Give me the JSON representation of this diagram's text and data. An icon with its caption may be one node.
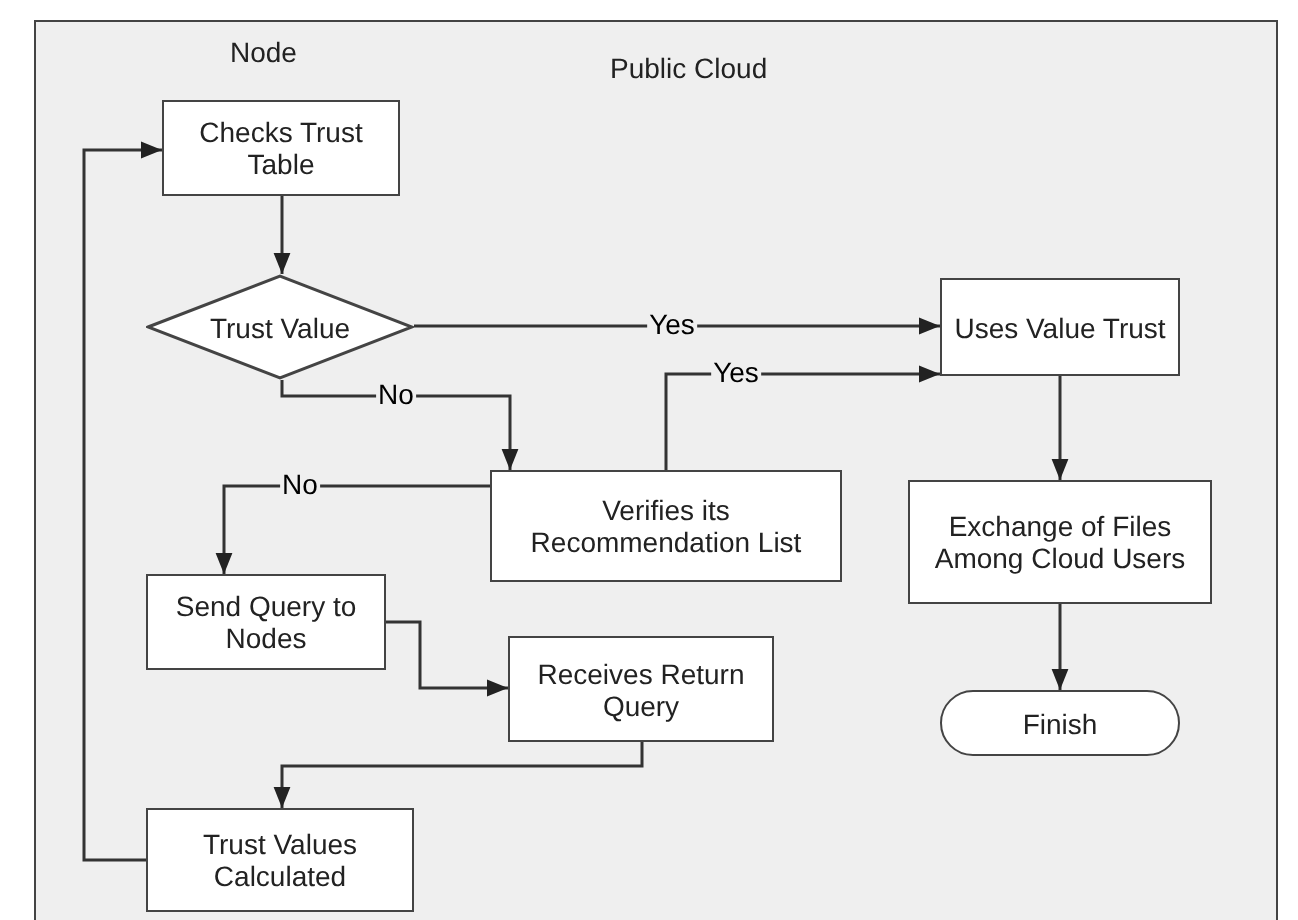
{
  "diagram": {
    "nodes": [
      {
        "text": [
          "Checks Trust Table"
        ]
      },
      {
        "text": [
          "Trust Value"
        ]
      },
      {
        "text": [
          "Uses Value Trust"
        ]
      },
      {
        "text": [
          "Verifies its Recommendation List"
        ]
      },
      {
        "text": [
          "Exchange of Files Among Cloud Users"
        ]
      },
      {
        "text": [
          "Send Query to Nodes"
        ]
      },
      {
        "text": [
          "Receives Return Query"
        ]
      },
      {
        "text": [
          "Finish"
        ]
      },
      {
        "text": [
          "Trust Values Calculated"
        ]
      }
    ],
    "edges": [
      {
        "from": 0,
        "to": 1,
        "arrow": "to"
      },
      {
        "from": 1,
        "to": 2,
        "arrow": "to",
        "label": "Yes"
      },
      {
        "from": 1,
        "to": 3,
        "arrow": "to",
        "label": "No"
      },
      {
        "from": 3,
        "to": 2,
        "arrow": "to",
        "label": "Yes"
      },
      {
        "from": 3,
        "to": 5,
        "arrow": "to",
        "label": "No"
      },
      {
        "from": 2,
        "to": 4,
        "arrow": "to"
      },
      {
        "from": 4,
        "to": 7,
        "arrow": "to"
      },
      {
        "from": 5,
        "to": 6,
        "arrow": "to"
      },
      {
        "from": 6,
        "to": 8,
        "arrow": "to"
      },
      {
        "from": 8,
        "to": 0,
        "arrow": "to"
      }
    ],
    "labels": [
      "Node",
      "Public Cloud"
    ]
  }
}
